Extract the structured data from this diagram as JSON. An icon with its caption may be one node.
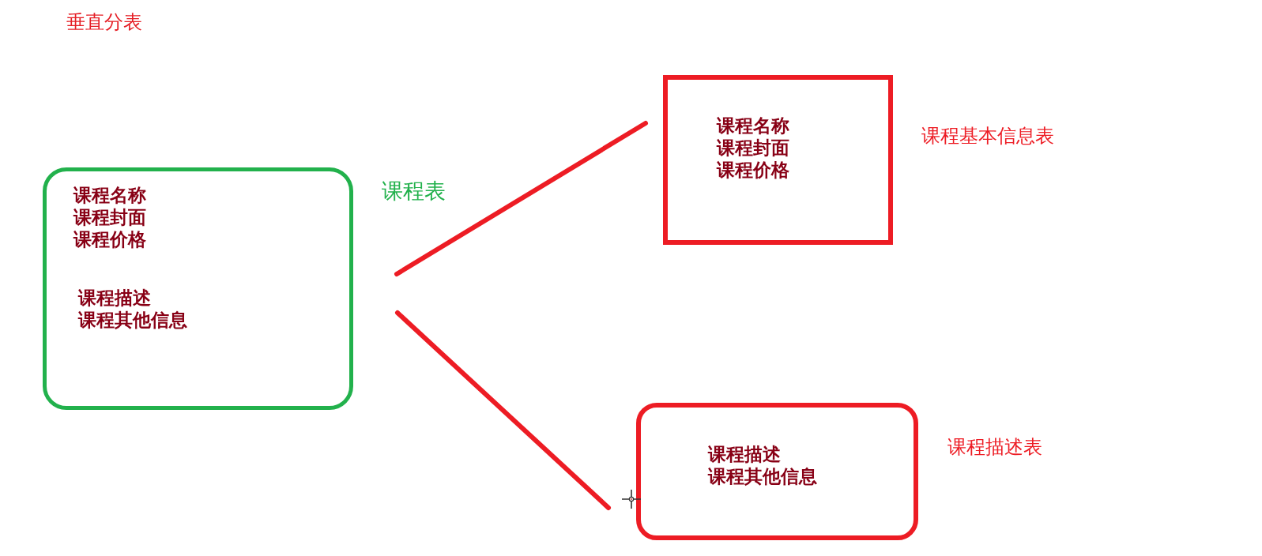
{
  "diagram": {
    "title": "垂直分表",
    "nodes": [
      {
        "text": [
          "课程名称",
          "课程封面",
          "课程价格",
          "课程描述",
          "课程其他信息"
        ],
        "beside": [
          "课程表"
        ]
      },
      {
        "text": [
          "课程名称",
          "课程封面",
          "课程价格"
        ],
        "beside": [
          "课程基本信息表"
        ]
      },
      {
        "text": [
          "课程描述",
          "课程其他信息"
        ],
        "beside": [
          "课程描述表"
        ]
      }
    ],
    "edges": [
      {
        "from": 0,
        "to": 1,
        "arrow": "none"
      },
      {
        "from": 0,
        "to": 2,
        "arrow": "none"
      }
    ]
  }
}
